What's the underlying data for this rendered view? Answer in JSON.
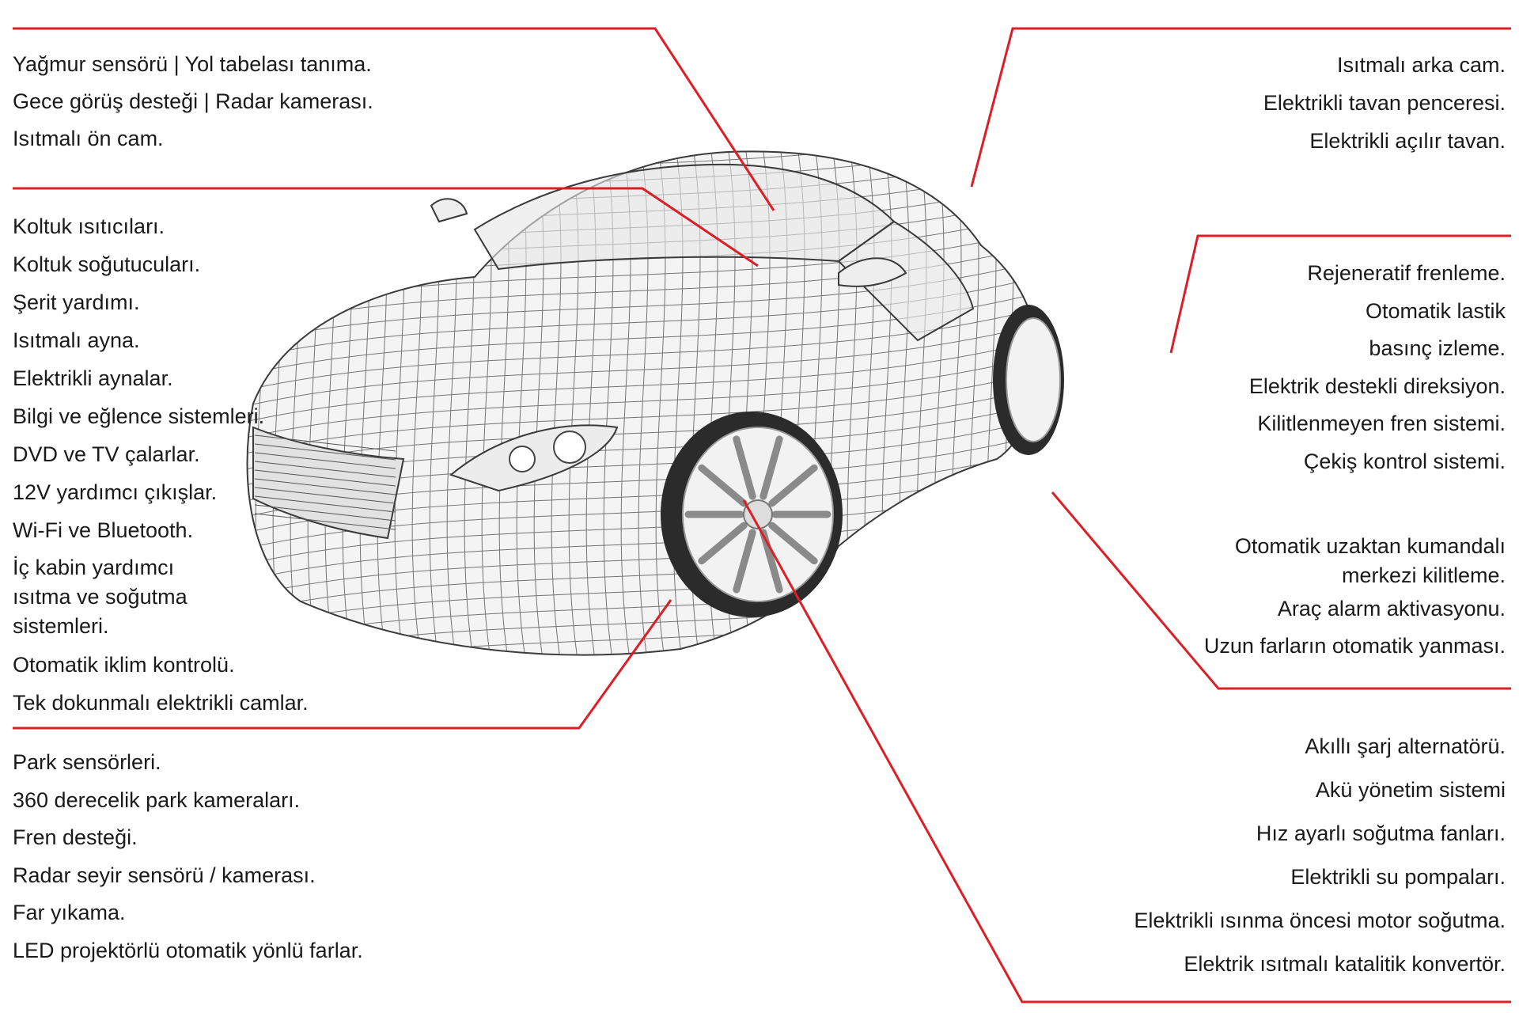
{
  "colors": {
    "accent": "#dc1f26",
    "text": "#1a1a1a",
    "wire": "#3a3a3a"
  },
  "illustration": {
    "icon": "wireframe-car-illustration"
  },
  "groups": {
    "top_left": {
      "items": [
        "Yağmur sensörü | Yol tabelası tanıma.",
        "Gece görüş desteği | Radar kamerası.",
        "Isıtmalı ön cam."
      ]
    },
    "top_right": {
      "items": [
        "Isıtmalı arka cam.",
        "Elektrikli tavan penceresi.",
        "Elektrikli açılır tavan."
      ]
    },
    "mid_left": {
      "items": [
        "Koltuk ısıtıcıları.",
        "Koltuk soğutucuları.",
        "Şerit yardımı.",
        "Isıtmalı ayna.",
        "Elektrikli aynalar.",
        "Bilgi ve eğlence sistemleri.",
        "DVD ve TV çalarlar.",
        "12V yardımcı çıkışlar.",
        "Wi-Fi ve Bluetooth.",
        "İç kabin yardımcı\nısıtma ve soğutma\nsistemleri.",
        "Otomatik iklim kontrolü.",
        "Tek dokunmalı elektrikli camlar."
      ]
    },
    "right_wheel": {
      "items": [
        "Rejeneratif frenleme.",
        "Otomatik lastik",
        "basınç izleme.",
        "Elektrik destekli direksiyon.",
        "Kilitlenmeyen fren sistemi.",
        "Çekiş kontrol sistemi."
      ]
    },
    "lower_right": {
      "items": [
        "Otomatik uzaktan kumandalı\nmerkezi kilitleme.",
        "Araç alarm aktivasyonu.",
        "Uzun farların otomatik yanması."
      ]
    },
    "bottom_left": {
      "items": [
        "Park sensörleri.",
        "360 derecelik park kameraları.",
        "Fren desteği.",
        "Radar seyir sensörü / kamerası.",
        "Far yıkama.",
        "LED projektörlü otomatik yönlü farlar."
      ]
    },
    "bottom_right": {
      "items": [
        "Akıllı şarj alternatörü.",
        "Akü yönetim sistemi",
        "Hız ayarlı soğutma fanları.",
        "Elektrikli su pompaları.",
        "Elektrikli ısınma öncesi motor soğutma.",
        "Elektrik ısıtmalı katalitik konvertör."
      ]
    }
  }
}
